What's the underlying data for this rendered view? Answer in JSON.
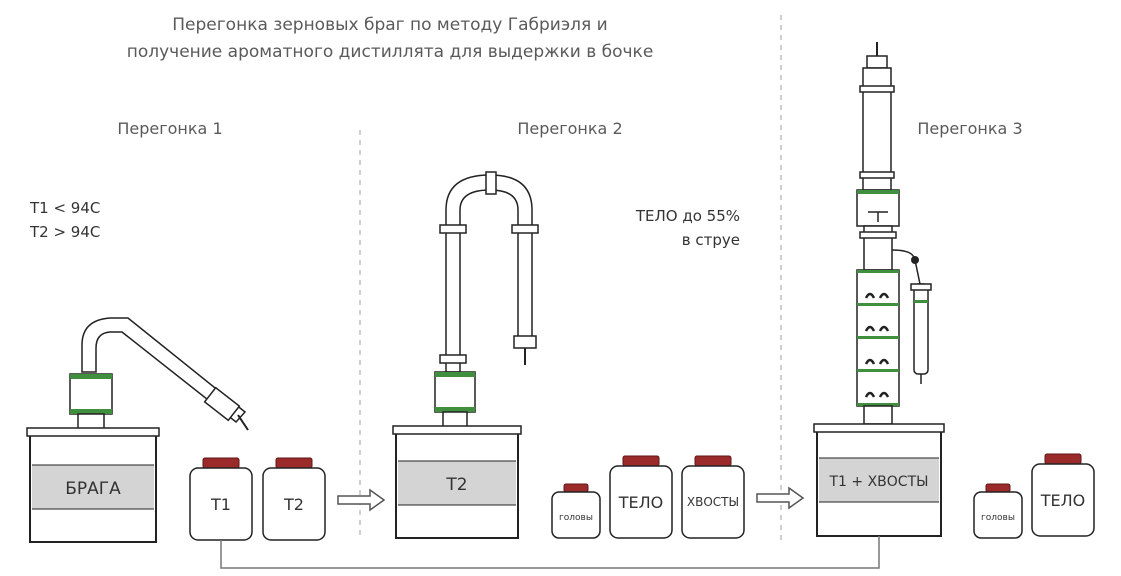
{
  "title": {
    "line1": "Перегонка зерновых браг по методу Габриэля и",
    "line2": "получение ароматного дистиллята для выдержки в бочке"
  },
  "stages": [
    {
      "heading": "Перегонка 1"
    },
    {
      "heading": "Перегонка 2"
    },
    {
      "heading": "Перегонка 3"
    }
  ],
  "stage1": {
    "temps": [
      "Т1 < 94С",
      "Т2 > 94С"
    ],
    "kettle_label": "БРАГА",
    "jars": [
      "Т1",
      "Т2"
    ]
  },
  "stage2": {
    "note": [
      "ТЕЛО до 55%",
      "в струе"
    ],
    "kettle_label": "Т2",
    "jars": [
      "головы",
      "ТЕЛО",
      "ХВОСТЫ"
    ]
  },
  "stage3": {
    "kettle_label": "Т1 + ХВОСТЫ",
    "jars": [
      "головы",
      "ТЕЛО"
    ]
  },
  "colors": {
    "jar_lid": "#9b2a2a",
    "band": "#d4d4d4",
    "ring": "#3f8f3f"
  }
}
